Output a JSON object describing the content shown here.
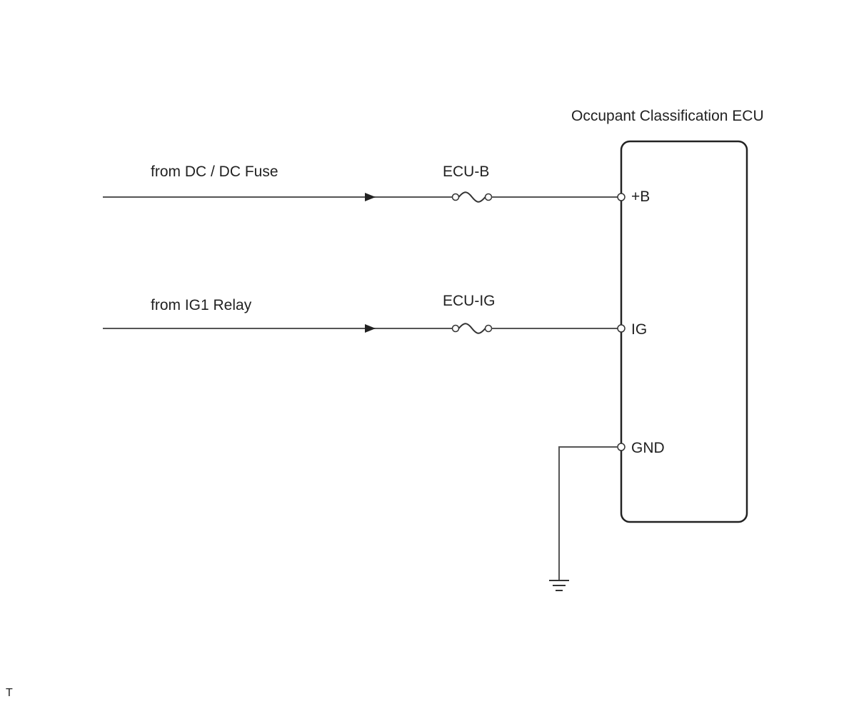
{
  "ecu": {
    "title": "Occupant Classification ECU",
    "terminals": {
      "b": "+B",
      "ig": "IG",
      "gnd": "GND"
    }
  },
  "circuits": {
    "b": {
      "source": "from DC / DC Fuse",
      "fuse": "ECU-B"
    },
    "ig": {
      "source": "from IG1 Relay",
      "fuse": "ECU-IG"
    }
  },
  "footer": {
    "mark": "T"
  }
}
